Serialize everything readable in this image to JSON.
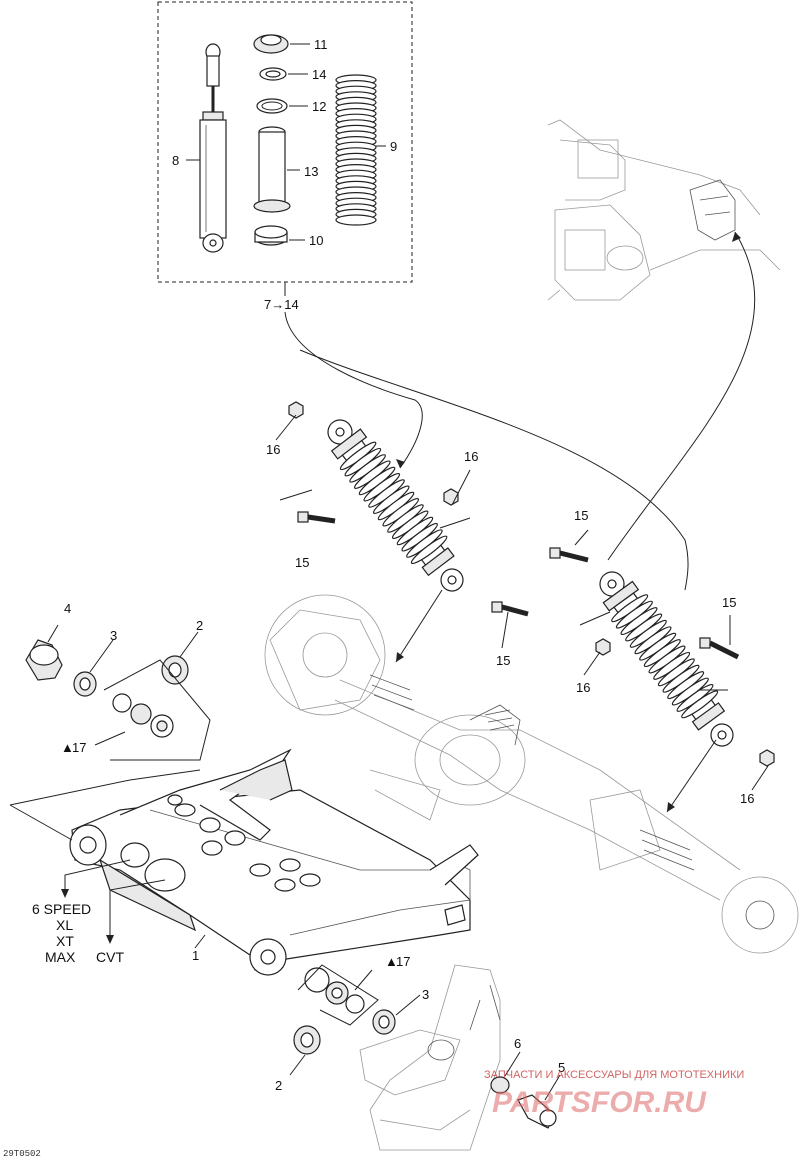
{
  "callouts": {
    "n1": "1",
    "n2a": "2",
    "n2b": "2",
    "n3a": "3",
    "n3b": "3",
    "n4": "4",
    "n5": "5",
    "n6": "6",
    "n8": "8",
    "n9": "9",
    "n10": "10",
    "n11": "11",
    "n12": "12",
    "n13": "13",
    "n14": "14",
    "n15a": "15",
    "n15b": "15",
    "n15c": "15",
    "n15d": "15",
    "n16a": "16",
    "n16b": "16",
    "n16c": "16",
    "n16d": "16",
    "n17a": "17",
    "n17b": "17"
  },
  "kit_range": "7→14",
  "oil_symbol": "▲",
  "variant_labels": {
    "line1": "6 SPEED",
    "line2": "XL",
    "line3": "XT",
    "line4": "MAX",
    "cvt": "CVT"
  },
  "figure_code": "29T0502",
  "watermark": {
    "text": "ЗАПЧАСТИ И АКСЕССУАРЫ ДЛЯ МОТОТЕХНИКИ",
    "logo": "PARTSFOR.RU"
  }
}
